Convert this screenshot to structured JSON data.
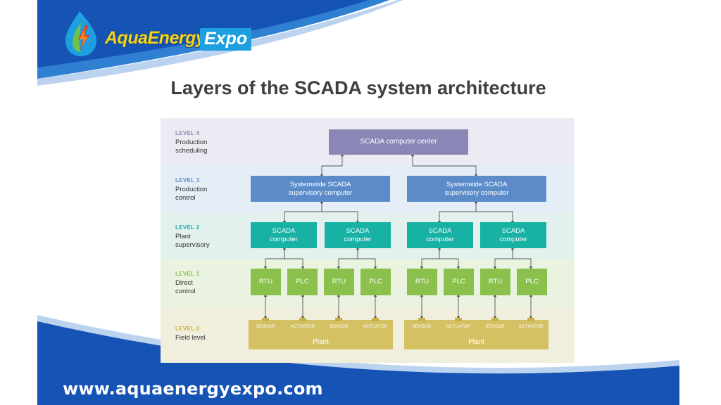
{
  "brand": {
    "aqua": "AquaEnergy",
    "expo": "Expo"
  },
  "title": "Layers of the SCADA system architecture",
  "footer": {
    "url": "www.aquaenergyexpo.com"
  },
  "colors": {
    "banner_blue": "#1553b4",
    "level4": "#8a86b5",
    "level3": "#5b8cc9",
    "level2": "#18b2a4",
    "level1": "#8cc04d",
    "level0": "#d4c163"
  },
  "levels": [
    {
      "id": "4",
      "title": "LEVEL 4",
      "name": "Production\nscheduling"
    },
    {
      "id": "3",
      "title": "LEVEL 3",
      "name": "Production\ncontrol"
    },
    {
      "id": "2",
      "title": "LEVEL 2",
      "name": "Plant\nsupervisory"
    },
    {
      "id": "1",
      "title": "LEVEL 1",
      "name": "Direct\ncontrol"
    },
    {
      "id": "0",
      "title": "LEVEL 0",
      "name": "Field level"
    }
  ],
  "nodes": {
    "center": "SCADA computer center",
    "supervisory": [
      "Systemwide SCADA\nsupervisory computer",
      "Systemwide SCADA\nsupervisory computer"
    ],
    "scada": [
      "SCADA\ncomputer",
      "SCADA\ncomputer",
      "SCADA\ncomputer",
      "SCADA\ncomputer"
    ],
    "controllers": [
      "RTU",
      "PLC",
      "RTU",
      "PLC",
      "RTU",
      "PLC",
      "RTU",
      "PLC"
    ],
    "plants": [
      {
        "label": "Plant",
        "devices": [
          "SENSOR",
          "ACTUATOR",
          "SENSOR",
          "ACTUATOR"
        ]
      },
      {
        "label": "Plant",
        "devices": [
          "SENSOR",
          "ACTUATOR",
          "SENSOR",
          "ACTUATOR"
        ]
      }
    ]
  }
}
